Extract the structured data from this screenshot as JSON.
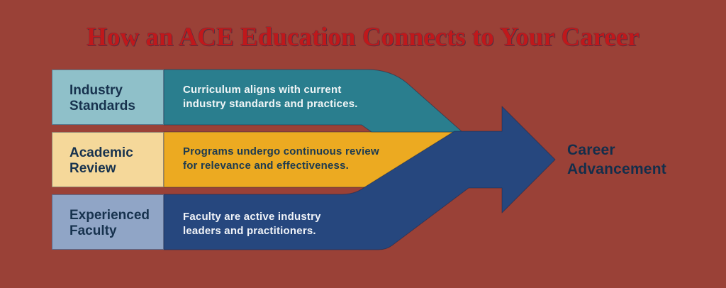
{
  "title": {
    "text": "How an ACE Education Connects to Your Career",
    "color": "#C0181B"
  },
  "colors": {
    "background": "#9A4137",
    "arrow_blue": "#26477E",
    "label_text": "#17324E"
  },
  "rows": [
    {
      "label_line1": "Industry",
      "label_line2": "Standards",
      "label_bg": "#8FC0C9",
      "bar_color": "#2A7E8E",
      "desc_line1": "Curriculum aligns with current",
      "desc_line2": "industry standards and practices.",
      "desc_color": "#F0F5F6"
    },
    {
      "label_line1": "Academic",
      "label_line2": "Review",
      "label_bg": "#F5D89A",
      "bar_color": "#ECAA21",
      "desc_line1": "Programs undergo continuous review",
      "desc_line2": "for relevance and effectiveness.",
      "desc_color": "#1C3A50"
    },
    {
      "label_line1": "Experienced",
      "label_line2": "Faculty",
      "label_bg": "#90A5C6",
      "bar_color": "#26477E",
      "desc_line1": "Faculty are active industry",
      "desc_line2": "leaders and practitioners.",
      "desc_color": "#F0F3F8"
    }
  ],
  "outcome": {
    "line1": "Career",
    "line2": "Advancement",
    "color": "#132E4B"
  }
}
